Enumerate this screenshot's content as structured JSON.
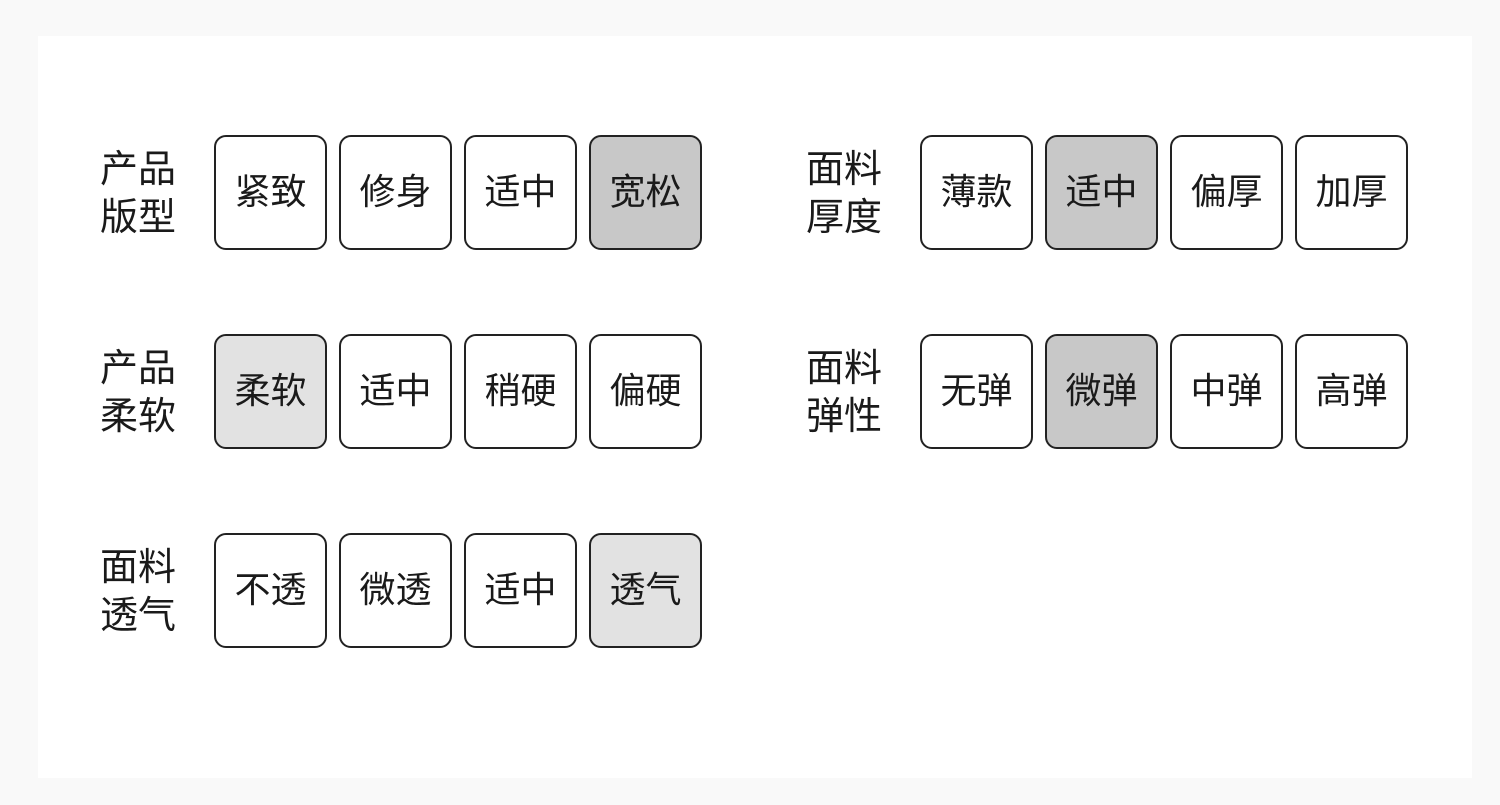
{
  "page": {
    "background_color": "#f9f9f9",
    "card_background_color": "#ffffff",
    "text_color": "#1a1a1a",
    "border_color": "#222222",
    "selected_strong_color": "#c8c8c8",
    "selected_soft_color": "#e2e2e2"
  },
  "columns": {
    "left": [
      {
        "id": "product-fit",
        "label": "产品\n版型",
        "label_line1": "产品",
        "label_line2": "版型",
        "options": [
          {
            "label": "紧致",
            "selected": false,
            "selected_style": "none"
          },
          {
            "label": "修身",
            "selected": false,
            "selected_style": "none"
          },
          {
            "label": "适中",
            "selected": false,
            "selected_style": "none"
          },
          {
            "label": "宽松",
            "selected": true,
            "selected_style": "strong"
          }
        ]
      },
      {
        "id": "product-softness",
        "label": "产品\n柔软",
        "label_line1": "产品",
        "label_line2": "柔软",
        "options": [
          {
            "label": "柔软",
            "selected": true,
            "selected_style": "soft"
          },
          {
            "label": "适中",
            "selected": false,
            "selected_style": "none"
          },
          {
            "label": "稍硬",
            "selected": false,
            "selected_style": "none"
          },
          {
            "label": "偏硬",
            "selected": false,
            "selected_style": "none"
          }
        ]
      },
      {
        "id": "fabric-breathability",
        "label": "面料\n透气",
        "label_line1": "面料",
        "label_line2": "透气",
        "options": [
          {
            "label": "不透",
            "selected": false,
            "selected_style": "none"
          },
          {
            "label": "微透",
            "selected": false,
            "selected_style": "none"
          },
          {
            "label": "适中",
            "selected": false,
            "selected_style": "none"
          },
          {
            "label": "透气",
            "selected": true,
            "selected_style": "soft"
          }
        ]
      }
    ],
    "right": [
      {
        "id": "fabric-thickness",
        "label": "面料\n厚度",
        "label_line1": "面料",
        "label_line2": "厚度",
        "options": [
          {
            "label": "薄款",
            "selected": false,
            "selected_style": "none"
          },
          {
            "label": "适中",
            "selected": true,
            "selected_style": "strong"
          },
          {
            "label": "偏厚",
            "selected": false,
            "selected_style": "none"
          },
          {
            "label": "加厚",
            "selected": false,
            "selected_style": "none"
          }
        ]
      },
      {
        "id": "fabric-elasticity",
        "label": "面料\n弹性",
        "label_line1": "面料",
        "label_line2": "弹性",
        "options": [
          {
            "label": "无弹",
            "selected": false,
            "selected_style": "none"
          },
          {
            "label": "微弹",
            "selected": true,
            "selected_style": "strong"
          },
          {
            "label": "中弹",
            "selected": false,
            "selected_style": "none"
          },
          {
            "label": "高弹",
            "selected": false,
            "selected_style": "none"
          }
        ]
      }
    ]
  }
}
